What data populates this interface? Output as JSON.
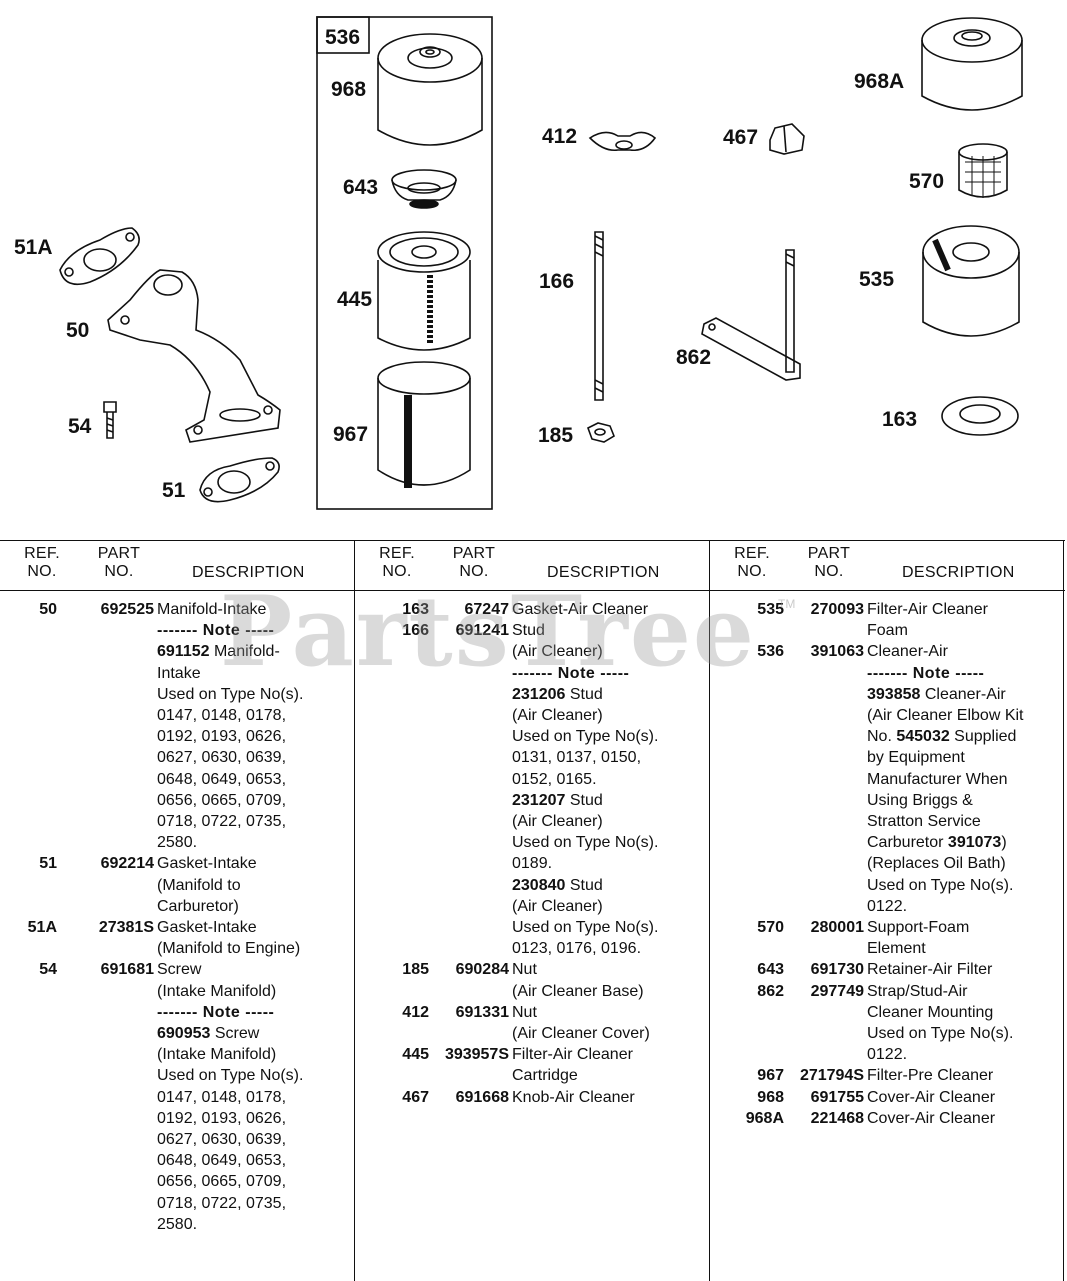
{
  "diagram": {
    "callouts": [
      "536",
      "968",
      "643",
      "445",
      "967",
      "51A",
      "50",
      "54",
      "51",
      "412",
      "166",
      "185",
      "467",
      "862",
      "968A",
      "570",
      "535",
      "163"
    ]
  },
  "table": {
    "headers": {
      "ref_1": "REF.",
      "ref_2": "NO.",
      "part_1": "PART",
      "part_2": "NO.",
      "desc": "DESCRIPTION"
    },
    "note_text": "------- Note -----",
    "columns": [
      [
        {
          "ref": "50",
          "part": "692525",
          "lines": [
            {
              "t": "Manifold-Intake"
            },
            {
              "t": "------- Note -----",
              "note": true
            },
            {
              "b": "691152",
              "t": " Manifold-"
            },
            {
              "t": "Intake"
            },
            {
              "t": "Used on Type No(s)."
            },
            {
              "t": "0147, 0148, 0178,"
            },
            {
              "t": "0192, 0193, 0626,"
            },
            {
              "t": "0627, 0630, 0639,"
            },
            {
              "t": "0648, 0649, 0653,"
            },
            {
              "t": "0656, 0665, 0709,"
            },
            {
              "t": "0718, 0722, 0735,"
            },
            {
              "t": "2580."
            }
          ]
        },
        {
          "ref": "51",
          "part": "692214",
          "lines": [
            {
              "t": "Gasket-Intake"
            },
            {
              "t": "(Manifold to"
            },
            {
              "t": "Carburetor)"
            }
          ]
        },
        {
          "ref": "51A",
          "part": "27381S",
          "lines": [
            {
              "t": "Gasket-Intake"
            },
            {
              "t": "(Manifold to Engine)"
            }
          ]
        },
        {
          "ref": "54",
          "part": "691681",
          "lines": [
            {
              "t": "Screw"
            },
            {
              "t": "(Intake Manifold)"
            },
            {
              "t": "------- Note -----",
              "note": true
            },
            {
              "b": "690953",
              "t": " Screw"
            },
            {
              "t": "(Intake Manifold)"
            },
            {
              "t": "Used on Type No(s)."
            },
            {
              "t": "0147, 0148, 0178,"
            },
            {
              "t": "0192, 0193, 0626,"
            },
            {
              "t": "0627, 0630, 0639,"
            },
            {
              "t": "0648, 0649, 0653,"
            },
            {
              "t": "0656, 0665, 0709,"
            },
            {
              "t": "0718, 0722, 0735,"
            },
            {
              "t": "2580."
            }
          ]
        }
      ],
      [
        {
          "ref": "163",
          "part": "67247",
          "lines": [
            {
              "t": "Gasket-Air Cleaner"
            }
          ]
        },
        {
          "ref": "166",
          "part": "691241",
          "lines": [
            {
              "t": "Stud"
            },
            {
              "t": "(Air Cleaner)"
            },
            {
              "t": "------- Note -----",
              "note": true
            },
            {
              "b": "231206",
              "t": " Stud"
            },
            {
              "t": "(Air Cleaner)"
            },
            {
              "t": "Used on Type No(s)."
            },
            {
              "t": "0131, 0137, 0150,"
            },
            {
              "t": "0152, 0165."
            },
            {
              "b": "231207",
              "t": " Stud"
            },
            {
              "t": "(Air Cleaner)"
            },
            {
              "t": "Used on Type No(s)."
            },
            {
              "t": "0189."
            },
            {
              "b": "230840",
              "t": " Stud"
            },
            {
              "t": "(Air Cleaner)"
            },
            {
              "t": "Used on Type No(s)."
            },
            {
              "t": "0123, 0176, 0196."
            }
          ]
        },
        {
          "ref": "185",
          "part": "690284",
          "lines": [
            {
              "t": "Nut"
            },
            {
              "t": "(Air Cleaner Base)"
            }
          ]
        },
        {
          "ref": "412",
          "part": "691331",
          "lines": [
            {
              "t": "Nut"
            },
            {
              "t": "(Air Cleaner Cover)"
            }
          ]
        },
        {
          "ref": "445",
          "part": "393957S",
          "lines": [
            {
              "t": "Filter-Air Cleaner"
            },
            {
              "t": "Cartridge"
            }
          ]
        },
        {
          "ref": "467",
          "part": "691668",
          "lines": [
            {
              "t": "Knob-Air Cleaner"
            }
          ]
        }
      ],
      [
        {
          "ref": "535",
          "part": "270093",
          "lines": [
            {
              "t": "Filter-Air Cleaner"
            },
            {
              "t": "Foam"
            }
          ]
        },
        {
          "ref": "536",
          "part": "391063",
          "lines": [
            {
              "t": "Cleaner-Air"
            },
            {
              "t": "------- Note -----",
              "note": true
            },
            {
              "b": "393858",
              "t": " Cleaner-Air"
            },
            {
              "t": "(Air Cleaner Elbow Kit"
            },
            {
              "t": "No. ",
              "b2": "545032",
              "t2": " Supplied"
            },
            {
              "t": "by Equipment"
            },
            {
              "t": "Manufacturer When"
            },
            {
              "t": "Using Briggs &"
            },
            {
              "t": "Stratton Service"
            },
            {
              "t": "Carburetor ",
              "b2": "391073",
              "t2": ")"
            },
            {
              "t": "(Replaces Oil Bath)"
            },
            {
              "t": "Used on Type No(s)."
            },
            {
              "t": "0122."
            }
          ]
        },
        {
          "ref": "570",
          "part": "280001",
          "lines": [
            {
              "t": "Support-Foam"
            },
            {
              "t": "Element"
            }
          ]
        },
        {
          "ref": "643",
          "part": "691730",
          "lines": [
            {
              "t": "Retainer-Air Filter"
            }
          ]
        },
        {
          "ref": "862",
          "part": "297749",
          "lines": [
            {
              "t": "Strap/Stud-Air"
            },
            {
              "t": "Cleaner Mounting"
            },
            {
              "t": "Used on Type No(s)."
            },
            {
              "t": "0122."
            }
          ]
        },
        {
          "ref": "967",
          "part": "271794S",
          "lines": [
            {
              "t": "Filter-Pre Cleaner"
            }
          ]
        },
        {
          "ref": "968",
          "part": "691755",
          "lines": [
            {
              "t": "Cover-Air Cleaner"
            }
          ]
        },
        {
          "ref": "968A",
          "part": "221468",
          "lines": [
            {
              "t": "Cover-Air Cleaner"
            }
          ]
        }
      ]
    ]
  },
  "watermark": {
    "text": "PartsTree",
    "tm": "TM"
  }
}
